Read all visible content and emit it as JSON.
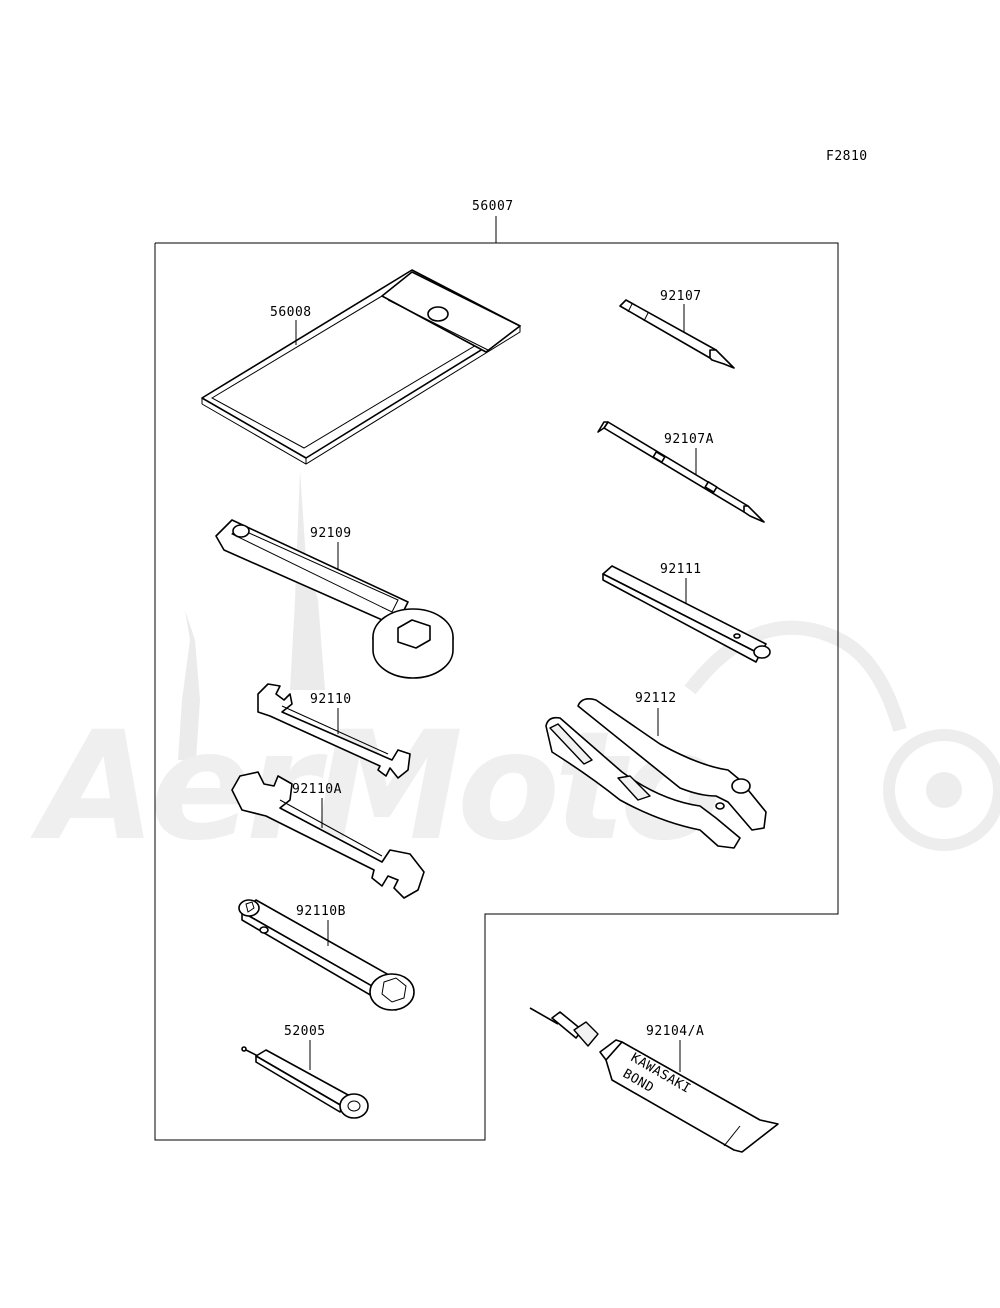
{
  "figure_code": "F2810",
  "kit_label": "56007",
  "watermark_text": "AerMoto",
  "parts": {
    "p56008": "56008",
    "p92107": "92107",
    "p92107A": "92107A",
    "p92109": "92109",
    "p92111": "92111",
    "p92110": "92110",
    "p92112": "92112",
    "p92110A": "92110A",
    "p92110B": "92110B",
    "p52005": "52005",
    "p92104A": "92104/A"
  },
  "tube_text": [
    "KAWASAKI",
    "BOND"
  ]
}
